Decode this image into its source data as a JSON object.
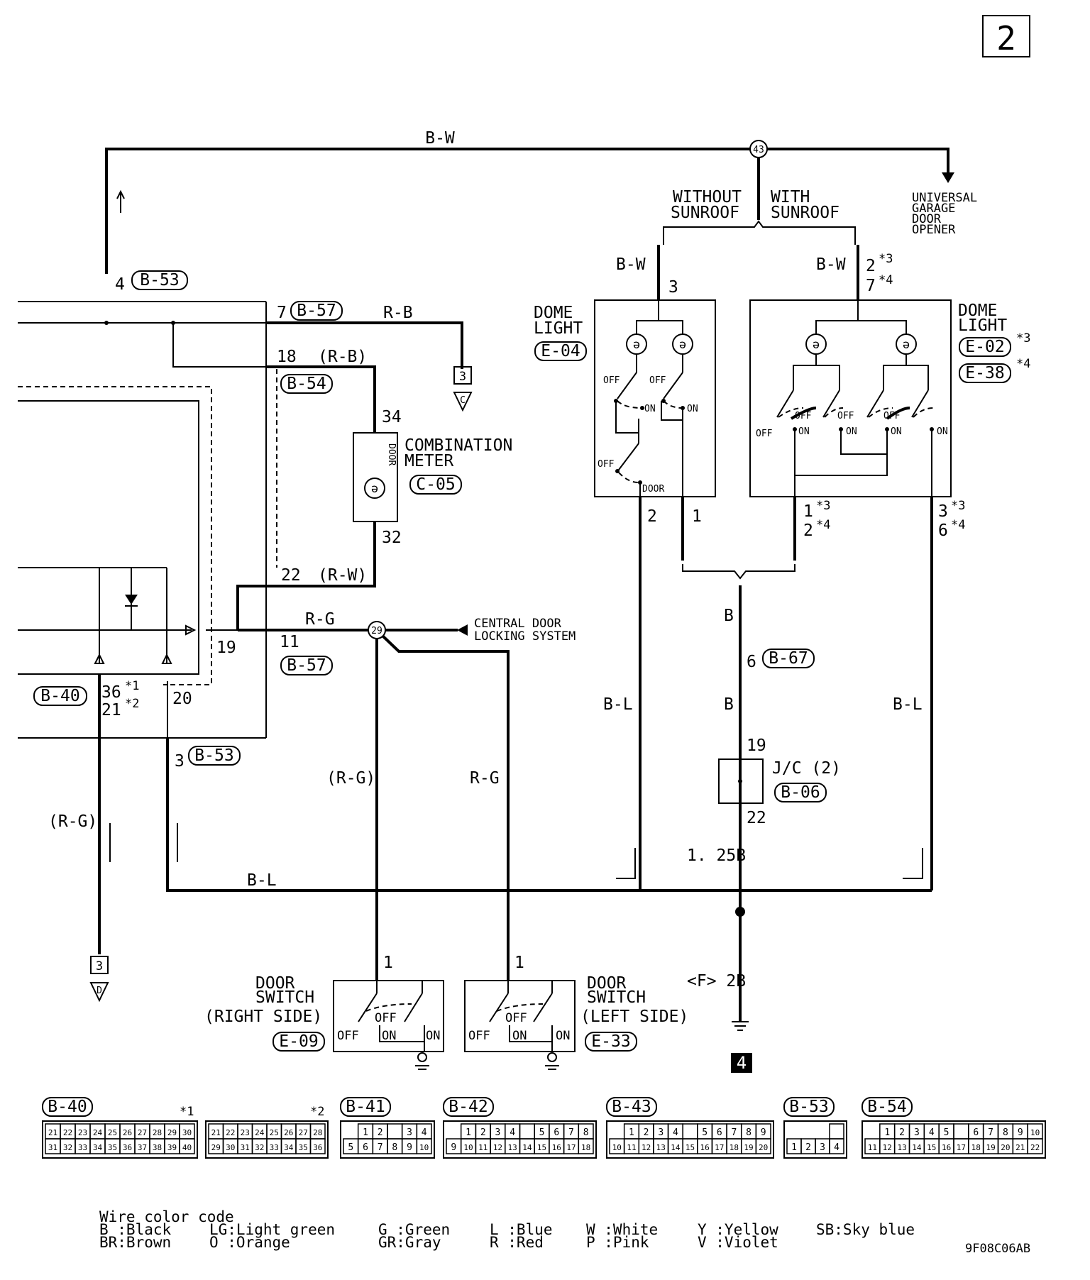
{
  "page_badge": "2",
  "wires": {
    "bw_top": "B-W",
    "bw_left_dome": "B-W",
    "bw_right_dome": "B-W",
    "rb": "R-B",
    "rb_paren": "(R-B)",
    "rw_paren": "(R-W)",
    "rg": "R-G",
    "rg_paren_left": "(R-G)",
    "rg_paren_mid": "(R-G)",
    "rg_right": "R-G",
    "bl_bottom": "B-L",
    "bl_mid": "B-L",
    "bl_right": "B-L",
    "b_upper": "B",
    "b_lower": "B",
    "b125": "1. 25B",
    "f2b": "<F> 2B"
  },
  "junctions": {
    "j43": "43",
    "j29": "29"
  },
  "branches": {
    "without_sunroof": [
      "WITHOUT",
      "SUNROOF"
    ],
    "with_sunroof": [
      "WITH",
      "SUNROOF"
    ]
  },
  "destinations": {
    "universal_garage": [
      "UNIVERSAL",
      "GARAGE",
      "DOOR",
      "OPENER"
    ],
    "central_locking": [
      "CENTRAL DOOR",
      "LOCKING SYSTEM"
    ],
    "off_page_c": {
      "num": "3",
      "letter": "C"
    },
    "off_page_d": {
      "num": "3",
      "letter": "D"
    },
    "ground_ref": "4"
  },
  "components": {
    "dome_light_left": {
      "name": [
        "DOME",
        "LIGHT"
      ],
      "code": "E-04",
      "pins": {
        "top": "3",
        "bl": "2",
        "br": "1"
      },
      "switch": {
        "off1": "OFF",
        "off2": "OFF",
        "on1": "ON",
        "on2": "ON",
        "off3": "OFF",
        "door": "DOOR"
      }
    },
    "dome_light_right": {
      "name": [
        "DOME",
        "LIGHT"
      ],
      "code1": "E-02",
      "note1": "*3",
      "code2": "E-38",
      "note2": "*4",
      "pins": {
        "top1": "2",
        "top1_note": "*3",
        "top2": "7",
        "top2_note": "*4",
        "bl1": "1",
        "bl1_note": "*3",
        "bl2": "2",
        "bl2_note": "*4",
        "br1": "3",
        "br1_note": "*3",
        "br2": "6",
        "br2_note": "*4"
      },
      "switch": [
        "OFF",
        "ON",
        "OFF",
        "ON",
        "OFF",
        "OFF",
        "ON",
        "ON",
        "OFF",
        "ON"
      ]
    },
    "combination_meter": {
      "name": [
        "COMBINATION",
        "METER"
      ],
      "code": "C-05",
      "inner": "DOOR",
      "pins": {
        "top": "34",
        "bottom": "32"
      }
    },
    "jc2": {
      "name": "J/C (2)",
      "code": "B-06",
      "pins": {
        "top": "19",
        "bottom": "22"
      }
    },
    "door_switch_right": {
      "name": [
        "DOOR",
        "SWITCH",
        "(RIGHT SIDE)"
      ],
      "code": "E-09",
      "pin": "1",
      "switch": [
        "OFF",
        "OFF",
        "ON",
        "ON"
      ]
    },
    "door_switch_left": {
      "name": [
        "DOOR",
        "SWITCH",
        "(LEFT SIDE)"
      ],
      "code": "E-33",
      "pin": "1",
      "switch": [
        "OFF",
        "OFF",
        "ON",
        "ON"
      ]
    }
  },
  "left_connectors": {
    "b53_top": {
      "pin": "4",
      "code": "B-53"
    },
    "b57_top": {
      "pin": "7",
      "code": "B-57"
    },
    "b54": {
      "pin": "18",
      "code": "B-54"
    },
    "pin22": "22",
    "pin19": "19",
    "b57_bot": {
      "pin": "11",
      "code": "B-57"
    },
    "b40": {
      "code": "B-40",
      "pin1": "36",
      "note1": "*1",
      "pin2": "21",
      "note2": "*2"
    },
    "pin20": "20",
    "b53_bot": {
      "pin": "3",
      "code": "B-53"
    },
    "b67": {
      "pin": "6",
      "code": "B-67"
    }
  },
  "connector_faces": [
    {
      "code": "B-40",
      "note": "*1",
      "rows": [
        [
          "21",
          "22",
          "23",
          "24",
          "25",
          "26",
          "27",
          "28",
          "29",
          "30"
        ],
        [
          "31",
          "32",
          "33",
          "34",
          "35",
          "36",
          "37",
          "38",
          "39",
          "40"
        ]
      ]
    },
    {
      "code": "",
      "note": "*2",
      "rows": [
        [
          "21",
          "22",
          "23",
          "24",
          "25",
          "26",
          "27",
          "28"
        ],
        [
          "29",
          "30",
          "31",
          "32",
          "33",
          "34",
          "35",
          "36"
        ]
      ]
    },
    {
      "code": "B-41",
      "note": "",
      "rows": [
        [
          "1",
          "2",
          "",
          "3",
          "4"
        ],
        [
          "5",
          "6",
          "7",
          "8",
          "9",
          "10"
        ]
      ]
    },
    {
      "code": "B-42",
      "note": "",
      "rows": [
        [
          "1",
          "2",
          "3",
          "4",
          "",
          "5",
          "6",
          "7",
          "8"
        ],
        [
          "9",
          "10",
          "11",
          "12",
          "13",
          "14",
          "15",
          "16",
          "17",
          "18"
        ]
      ]
    },
    {
      "code": "B-43",
      "note": "",
      "rows": [
        [
          "1",
          "2",
          "3",
          "4",
          "",
          "5",
          "6",
          "7",
          "8",
          "9"
        ],
        [
          "10",
          "11",
          "12",
          "13",
          "14",
          "15",
          "16",
          "17",
          "18",
          "19",
          "20"
        ]
      ]
    },
    {
      "code": "B-53",
      "note": "",
      "rows": [
        [
          ""
        ],
        [
          "1",
          "2",
          "3",
          "4"
        ]
      ]
    },
    {
      "code": "B-54",
      "note": "",
      "rows": [
        [
          "1",
          "2",
          "3",
          "4",
          "5",
          "",
          "6",
          "7",
          "8",
          "9",
          "10"
        ],
        [
          "11",
          "12",
          "13",
          "14",
          "15",
          "16",
          "17",
          "18",
          "19",
          "20",
          "21",
          "22"
        ]
      ]
    }
  ],
  "legend": {
    "title": "Wire color code",
    "col1": [
      "B :Black",
      "BR:Brown"
    ],
    "col2": [
      "LG:Light green",
      "O :Orange"
    ],
    "col3": [
      "G :Green",
      "GR:Gray"
    ],
    "col4": [
      "L :Blue",
      "R :Red"
    ],
    "col5": [
      "W :White",
      "P :Pink"
    ],
    "col6": [
      "Y :Yellow",
      "V :Violet"
    ],
    "col7": [
      "SB:Sky blue"
    ]
  },
  "figure_id": "9F08C06AB"
}
